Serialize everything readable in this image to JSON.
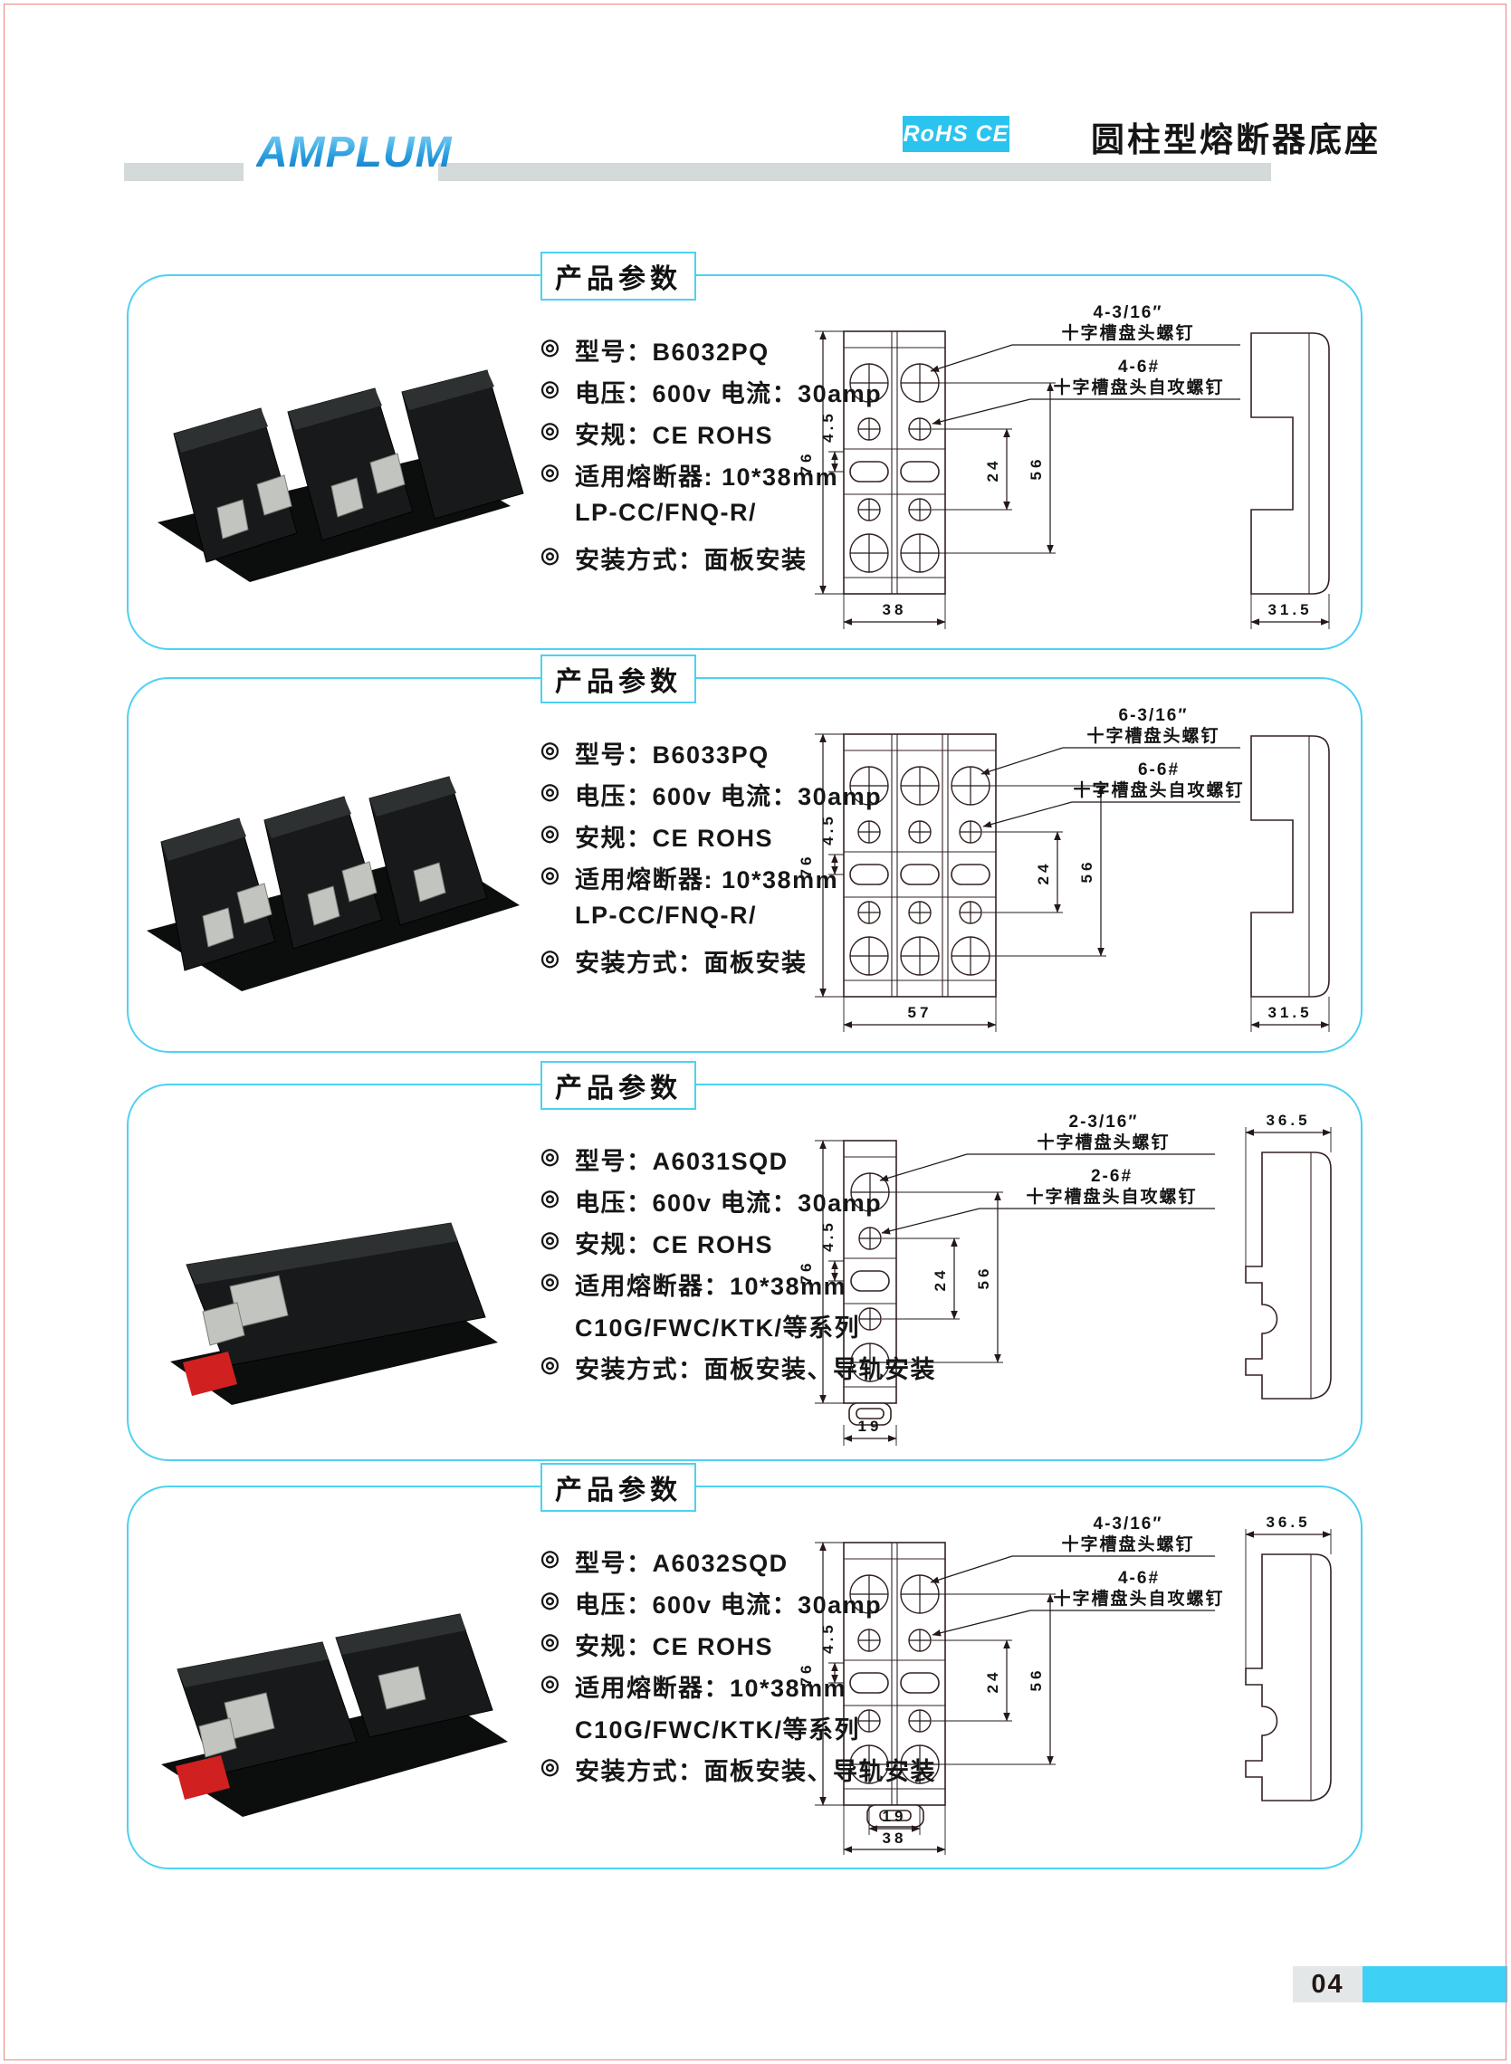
{
  "header": {
    "logo": "AMPLUM",
    "badge": "RoHS CE",
    "title": "圆柱型熔断器底座"
  },
  "footer": {
    "page_number": "04"
  },
  "sections": [
    {
      "panel_title": "产品参数",
      "specs": [
        {
          "bullet": "◎",
          "text": "型号：B6032PQ"
        },
        {
          "bullet": "◎",
          "text": "电压：600v 电流：30amp"
        },
        {
          "bullet": "◎",
          "text": "安规：CE ROHS"
        },
        {
          "bullet": "◎",
          "text": "适用熔断器: 10*38mm"
        },
        {
          "bullet": "",
          "text": "LP-CC/FNQ-R/"
        },
        {
          "bullet": "◎",
          "text": "安装方式：面板安装"
        }
      ],
      "drawing": {
        "screw_spec_1": "4-3/16″",
        "screw_name_1": "十字槽盘头螺钉",
        "screw_spec_2": "4-6#",
        "screw_name_2": "十字槽盘头自攻螺钉",
        "dim_height": "76",
        "dim_offset": "4.5",
        "dim_center": "24",
        "dim_span": "56",
        "dim_width": "38",
        "dim_side": "31.5"
      }
    },
    {
      "panel_title": "产品参数",
      "specs": [
        {
          "bullet": "◎",
          "text": "型号：B6033PQ"
        },
        {
          "bullet": "◎",
          "text": "电压：600v 电流：30amp"
        },
        {
          "bullet": "◎",
          "text": "安规：CE ROHS"
        },
        {
          "bullet": "◎",
          "text": "适用熔断器: 10*38mm"
        },
        {
          "bullet": "",
          "text": "LP-CC/FNQ-R/"
        },
        {
          "bullet": "◎",
          "text": "安装方式：面板安装"
        }
      ],
      "drawing": {
        "screw_spec_1": "6-3/16″",
        "screw_name_1": "十字槽盘头螺钉",
        "screw_spec_2": "6-6#",
        "screw_name_2": "十字槽盘头自攻螺钉",
        "dim_height": "76",
        "dim_offset": "4.5",
        "dim_center": "24",
        "dim_span": "56",
        "dim_width": "57",
        "dim_side": "31.5"
      }
    },
    {
      "panel_title": "产品参数",
      "specs": [
        {
          "bullet": "◎",
          "text": "型号：A6031SQD"
        },
        {
          "bullet": "◎",
          "text": "电压：600v 电流：30amp"
        },
        {
          "bullet": "◎",
          "text": "安规：CE ROHS"
        },
        {
          "bullet": "◎",
          "text": "适用熔断器：10*38mm"
        },
        {
          "bullet": "",
          "text": "C10G/FWC/KTK/等系列"
        },
        {
          "bullet": "◎",
          "text": "安装方式：面板安装、导轨安装"
        }
      ],
      "drawing": {
        "screw_spec_1": "2-3/16″",
        "screw_name_1": "十字槽盘头螺钉",
        "screw_spec_2": "2-6#",
        "screw_name_2": "十字槽盘头自攻螺钉",
        "dim_height": "76",
        "dim_offset": "4.5",
        "dim_center": "24",
        "dim_span": "56",
        "dim_width": "19",
        "dim_side": "36.5"
      }
    },
    {
      "panel_title": "产品参数",
      "specs": [
        {
          "bullet": "◎",
          "text": "型号：A6032SQD"
        },
        {
          "bullet": "◎",
          "text": "电压：600v 电流：30amp"
        },
        {
          "bullet": "◎",
          "text": "安规：CE ROHS"
        },
        {
          "bullet": "◎",
          "text": "适用熔断器：10*38mm"
        },
        {
          "bullet": "",
          "text": "C10G/FWC/KTK/等系列"
        },
        {
          "bullet": "◎",
          "text": "安装方式：面板安装、导轨安装"
        }
      ],
      "drawing": {
        "screw_spec_1": "4-3/16″",
        "screw_name_1": "十字槽盘头螺钉",
        "screw_spec_2": "4-6#",
        "screw_name_2": "十字槽盘头自攻螺钉",
        "dim_height": "76",
        "dim_offset": "4.5",
        "dim_center": "24",
        "dim_span": "56",
        "dim_width_inner": "19",
        "dim_width": "38",
        "dim_side": "36.5"
      }
    }
  ]
}
